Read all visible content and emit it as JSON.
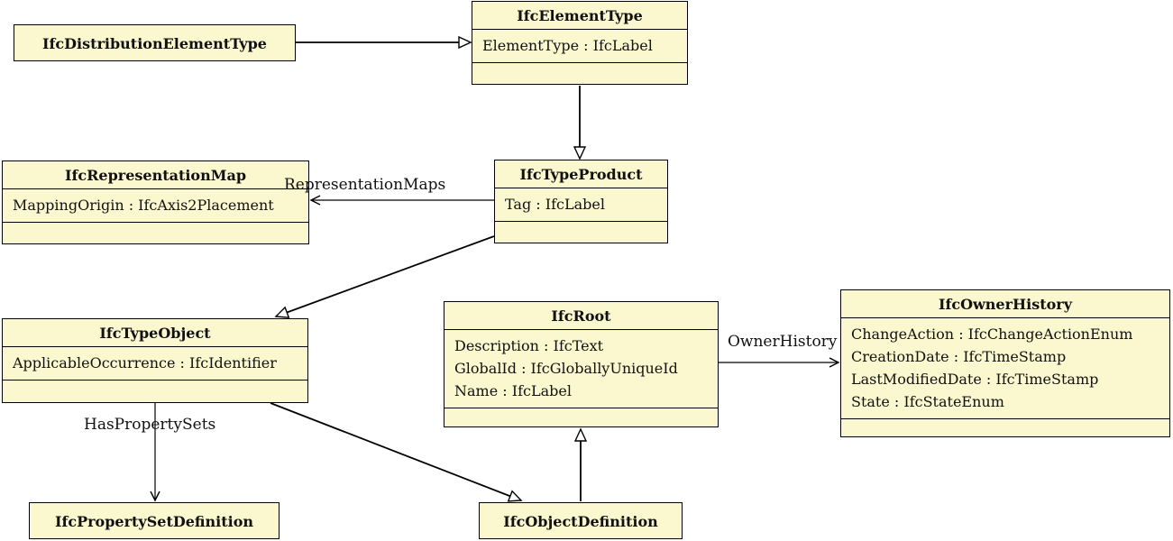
{
  "diagram": {
    "kind": "uml-class-diagram",
    "colors": {
      "box_fill": "#FBF7CE",
      "box_border": "#000000",
      "background": "#FFFFFF",
      "line": "#000000"
    },
    "classes": [
      {
        "name": "IfcDistributionElementType",
        "attributes": []
      },
      {
        "name": "IfcElementType",
        "attributes": [
          "ElementType : IfcLabel"
        ]
      },
      {
        "name": "IfcRepresentationMap",
        "attributes": [
          "MappingOrigin : IfcAxis2Placement"
        ]
      },
      {
        "name": "IfcTypeProduct",
        "attributes": [
          "Tag : IfcLabel"
        ]
      },
      {
        "name": "IfcTypeObject",
        "attributes": [
          "ApplicableOccurrence : IfcIdentifier"
        ]
      },
      {
        "name": "IfcRoot",
        "attributes": [
          "Description : IfcText",
          "GlobalId : IfcGloballyUniqueId",
          "Name : IfcLabel"
        ]
      },
      {
        "name": "IfcOwnerHistory",
        "attributes": [
          "ChangeAction : IfcChangeActionEnum",
          "CreationDate : IfcTimeStamp",
          "LastModifiedDate : IfcTimeStamp",
          "State : IfcStateEnum"
        ]
      },
      {
        "name": "IfcPropertySetDefinition",
        "attributes": []
      },
      {
        "name": "IfcObjectDefinition",
        "attributes": []
      }
    ],
    "edge_labels": {
      "representation_maps": "RepresentationMaps",
      "has_property_sets": "HasPropertySets",
      "owner_history": "OwnerHistory"
    },
    "relationships": [
      {
        "from": "IfcDistributionElementType",
        "to": "IfcElementType",
        "type": "inheritance"
      },
      {
        "from": "IfcElementType",
        "to": "IfcTypeProduct",
        "type": "inheritance"
      },
      {
        "from": "IfcTypeProduct",
        "to": "IfcRepresentationMap",
        "type": "association",
        "label": "RepresentationMaps"
      },
      {
        "from": "IfcTypeProduct",
        "to": "IfcTypeObject",
        "type": "inheritance"
      },
      {
        "from": "IfcTypeObject",
        "to": "IfcPropertySetDefinition",
        "type": "association",
        "label": "HasPropertySets"
      },
      {
        "from": "IfcTypeObject",
        "to": "IfcObjectDefinition",
        "type": "inheritance"
      },
      {
        "from": "IfcObjectDefinition",
        "to": "IfcRoot",
        "type": "inheritance"
      },
      {
        "from": "IfcRoot",
        "to": "IfcOwnerHistory",
        "type": "association",
        "label": "OwnerHistory"
      }
    ]
  }
}
